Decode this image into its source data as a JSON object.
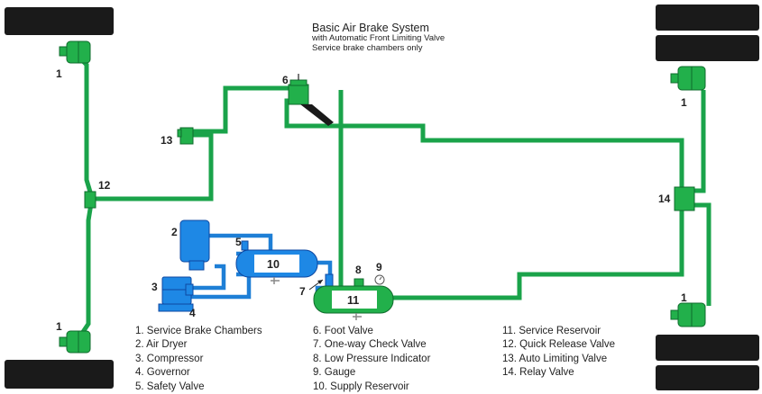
{
  "title": {
    "main": "Basic Air Brake System",
    "line2": "with Automatic Front Limiting Valve",
    "line3": "Service brake chambers only"
  },
  "callouts": {
    "brake_chamber_front_top": "1",
    "brake_chamber_front_bottom": "1",
    "brake_chamber_rear_top": "1",
    "brake_chamber_rear_bottom": "1",
    "air_dryer": "2",
    "compressor": "3",
    "governor": "4",
    "safety_valve": "5",
    "foot_valve": "6",
    "check_valve": "7",
    "low_pressure_indicator": "8",
    "gauge": "9",
    "supply_reservoir": "10",
    "service_reservoir": "11",
    "quick_release_valve": "12",
    "auto_limiting_valve": "13",
    "relay_valve": "14"
  },
  "legend": {
    "col1": [
      "1. Service Brake Chambers",
      "2. Air Dryer",
      "3. Compressor",
      "4. Governor",
      "5. Safety Valve"
    ],
    "col2": [
      "6. Foot Valve",
      "7. One-way Check Valve",
      "8. Low Pressure Indicator",
      "9. Gauge",
      "10. Supply Reservoir"
    ],
    "col3": [
      "11. Service Reservoir",
      "12. Quick Release Valve",
      "13. Auto Limiting Valve",
      "14. Relay Valve"
    ]
  },
  "colors": {
    "service_line": "#1aa34a",
    "supply_line": "#1e7fd6",
    "tire": "#1a1a1a",
    "component_green": "#22b04b",
    "component_blue": "#1e88e5"
  }
}
